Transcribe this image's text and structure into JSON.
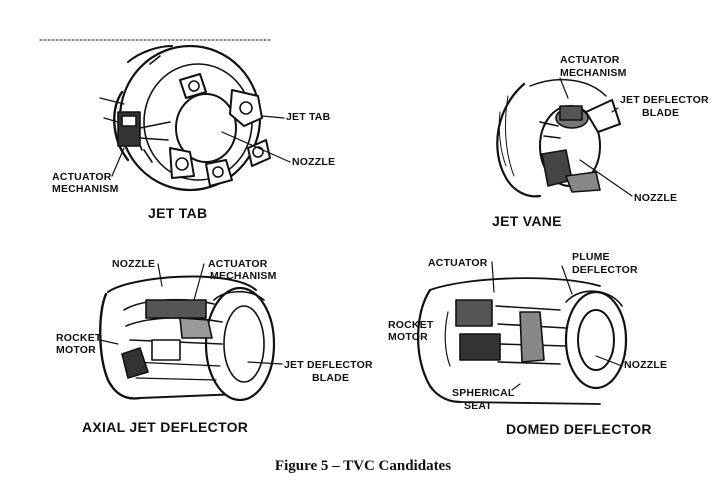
{
  "figure": {
    "caption": "Figure 5 – TVC Candidates"
  },
  "panels": {
    "jet_tab": {
      "title": "JET TAB",
      "labels": {
        "jet_tab": "JET TAB",
        "nozzle": "NOZZLE",
        "actuator_1": "ACTUATOR",
        "actuator_2": "MECHANISM"
      }
    },
    "jet_vane": {
      "title": "JET VANE",
      "labels": {
        "actuator_1": "ACTUATOR",
        "actuator_2": "MECHANISM",
        "deflector_1": "JET DEFLECTOR",
        "deflector_2": "BLADE",
        "nozzle": "NOZZLE"
      }
    },
    "axial_jet_deflector": {
      "title": "AXIAL  JET  DEFLECTOR",
      "labels": {
        "nozzle": "NOZZLE",
        "actuator_1": "ACTUATOR",
        "actuator_2": "MECHANISM",
        "rocket_1": "ROCKET",
        "rocket_2": "MOTOR",
        "deflector_1": "JET DEFLECTOR",
        "deflector_2": "BLADE"
      }
    },
    "domed_deflector": {
      "title": "DOMED DEFLECTOR",
      "labels": {
        "actuator": "ACTUATOR",
        "plume_1": "PLUME",
        "plume_2": "DEFLECTOR",
        "rocket_1": "ROCKET",
        "rocket_2": "MOTOR",
        "nozzle": "NOZZLE",
        "seat_1": "SPHERICAL",
        "seat_2": "SEAT"
      }
    }
  }
}
